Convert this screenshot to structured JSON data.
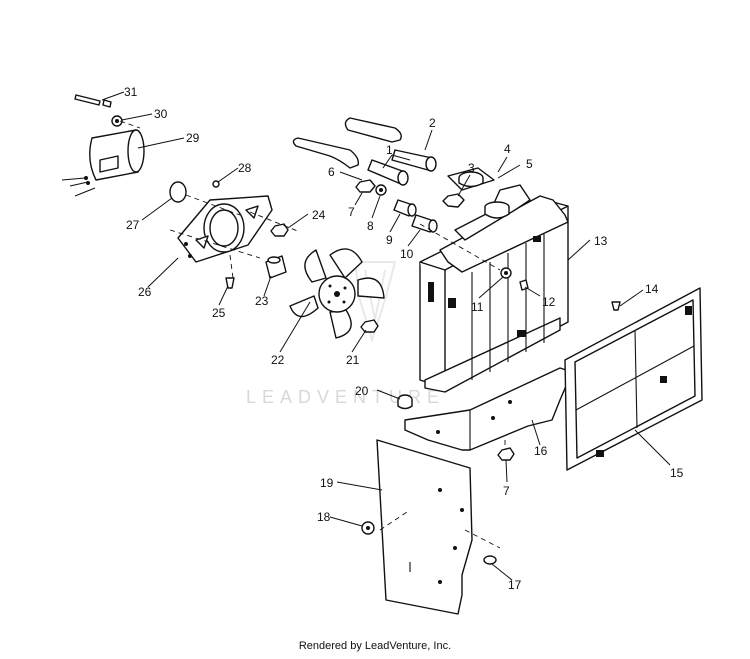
{
  "watermark": "LEADVENTURE",
  "footer": "Rendered by LeadVenture, Inc.",
  "callouts": [
    "1",
    "2",
    "3",
    "4",
    "5",
    "6",
    "7",
    "8",
    "9",
    "10",
    "11",
    "12",
    "13",
    "14",
    "15",
    "16",
    "17",
    "18",
    "19",
    "20",
    "21",
    "22",
    "23",
    "24",
    "25",
    "26",
    "27",
    "28",
    "29",
    "30",
    "31"
  ],
  "callout_7b": "7"
}
